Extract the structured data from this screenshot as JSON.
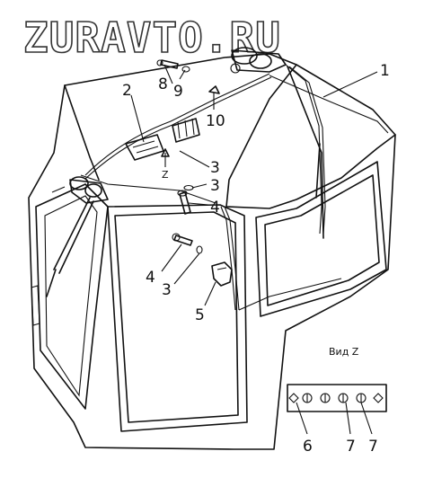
{
  "watermark": "ZURAVTO.RU",
  "view_caption": "Вид Z",
  "view_marker": "Z",
  "callouts": {
    "c1": "1",
    "c2": "2",
    "c3a": "3",
    "c3b": "3",
    "c3c": "3",
    "c4a": "4",
    "c4b": "4",
    "c5": "5",
    "c6": "6",
    "c7a": "7",
    "c7b": "7",
    "c8": "8",
    "c9": "9",
    "c10": "10"
  }
}
